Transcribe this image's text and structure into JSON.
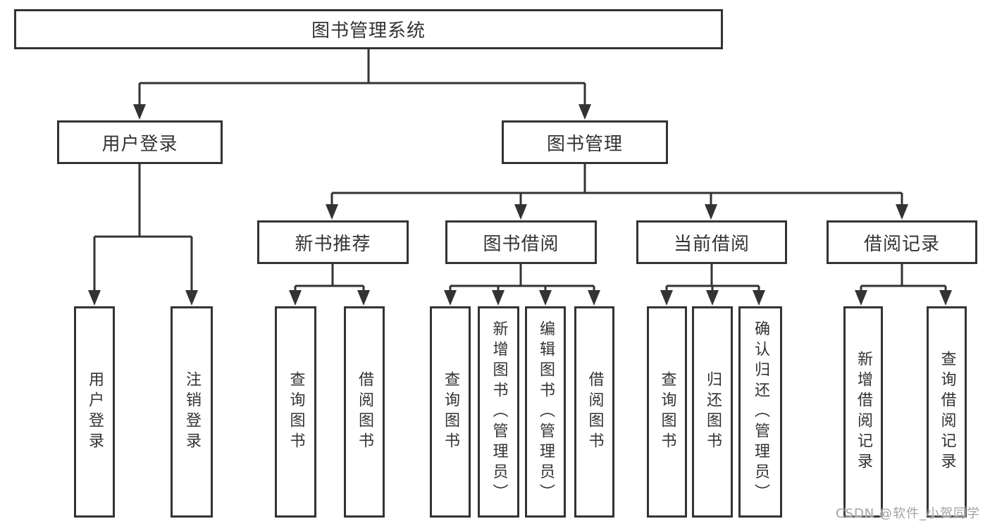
{
  "tree": {
    "root": {
      "label": "图书管理系统"
    },
    "branches": [
      {
        "label": "用户登录",
        "children": [
          {
            "label": "用户登录"
          },
          {
            "label": "注销登录"
          }
        ]
      },
      {
        "label": "图书管理",
        "children": [
          {
            "label": "新书推荐",
            "children": [
              {
                "label": "查询图书"
              },
              {
                "label": "借阅图书"
              }
            ]
          },
          {
            "label": "图书借阅",
            "children": [
              {
                "label": "查询图书"
              },
              {
                "label": "新增图书（管理员）"
              },
              {
                "label": "编辑图书（管理员）"
              },
              {
                "label": "借阅图书"
              }
            ]
          },
          {
            "label": "当前借阅",
            "children": [
              {
                "label": "查询图书"
              },
              {
                "label": "归还图书"
              },
              {
                "label": "确认归还（管理员）"
              }
            ]
          },
          {
            "label": "借阅记录",
            "children": [
              {
                "label": "新增借阅记录"
              },
              {
                "label": "查询借阅记录"
              }
            ]
          }
        ]
      }
    ]
  },
  "watermark": "CSDN @软件_小贺同学",
  "colors": {
    "line": "#333333",
    "text": "#333333",
    "box_background": "#ffffff",
    "watermark": "#a3a3a3"
  }
}
